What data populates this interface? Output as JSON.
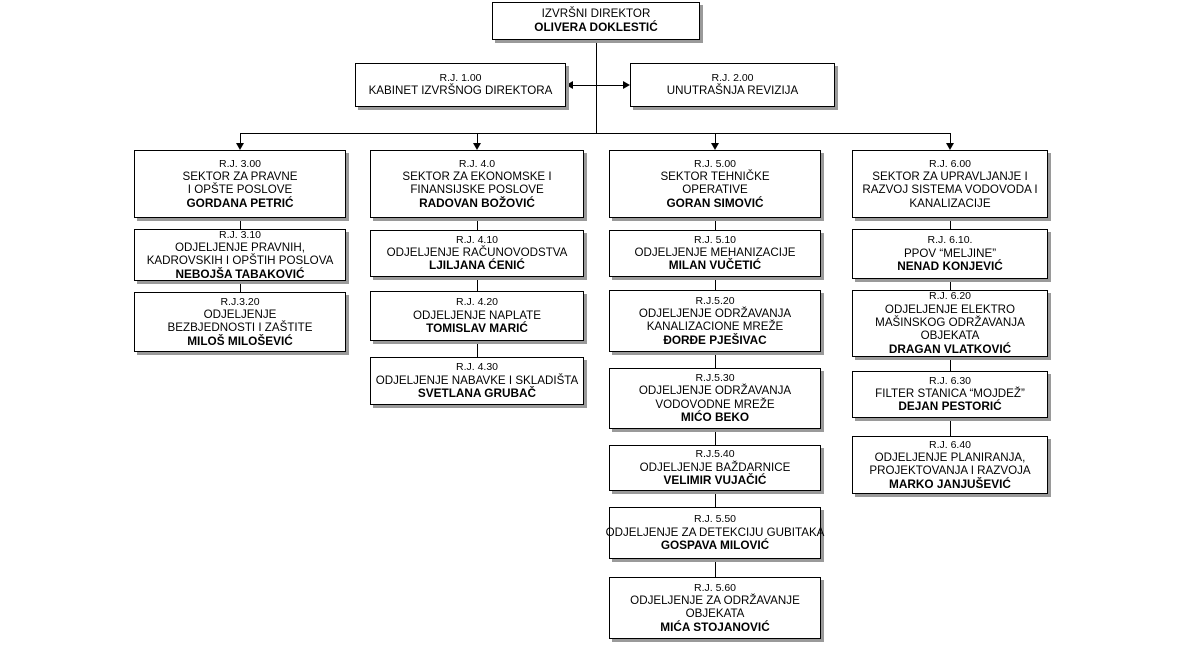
{
  "meta": {
    "doc_type": "organizational-chart",
    "language": "sr-Latn"
  },
  "executive": {
    "code": "",
    "title": "IZVRŠNI DIREKTOR",
    "person": "OLIVERA DOKLESTIĆ"
  },
  "staff_units": [
    {
      "code": "R.J. 1.00",
      "title": "KABINET IZVRŠNOG DIREKTORA",
      "person": ""
    },
    {
      "code": "R.J. 2.00",
      "title": "UNUTRAŠNJA REVIZIJA",
      "person": ""
    }
  ],
  "sectors": [
    {
      "code": "R.J. 3.00",
      "title_line1": "SEKTOR ZA PRAVNE",
      "title_line2": "I OPŠTE POSLOVE",
      "title_line3": "",
      "person": "GORDANA PETRIĆ",
      "children": [
        {
          "code": "R.J. 3.10",
          "title_line1": "ODJELJENJE PRAVNIH,",
          "title_line2": "KADROVSKIH I OPŠTIH POSLOVA",
          "title_line3": "",
          "person": "NEBOJŠA TABAKOVIĆ"
        },
        {
          "code": "R.J.3.20",
          "title_line1": "ODJELJENJE",
          "title_line2": "BEZBJEDNOSTI I ZAŠTITE",
          "title_line3": "",
          "person": "MILOŠ MILOŠEVIĆ"
        }
      ]
    },
    {
      "code": "R.J. 4.0",
      "title_line1": "SEKTOR ZA EKONOMSKE I",
      "title_line2": "FINANSIJSKE POSLOVE",
      "title_line3": "",
      "person": "RADOVAN BOŽOVIĆ",
      "children": [
        {
          "code": "R.J. 4.10",
          "title_line1": "ODJELJENJE  RAČUNOVODSTVA",
          "title_line2": "",
          "title_line3": "",
          "person": "LJILJANA ĆENIĆ"
        },
        {
          "code": "R.J. 4.20",
          "title_line1": "ODJELJENJE NAPLATE",
          "title_line2": "",
          "title_line3": "",
          "person": "TOMISLAV MARIĆ"
        },
        {
          "code": "R.J. 4.30",
          "title_line1": "ODJELJENJE NABAVKE I SKLADIŠTA",
          "title_line2": "",
          "title_line3": "",
          "person": "SVETLANA GRUBAČ"
        }
      ]
    },
    {
      "code": "R.J. 5.00",
      "title_line1": "SEKTOR TEHNIČKE",
      "title_line2": "OPERATIVE",
      "title_line3": "",
      "person": "GORAN SIMOVIĆ",
      "children": [
        {
          "code": "R.J. 5.10",
          "title_line1": "ODJELJENJE MEHANIZACIJE",
          "title_line2": "",
          "title_line3": "",
          "person": "MILAN VUČETIĆ"
        },
        {
          "code": "R.J.5.20",
          "title_line1": "ODJELJENJE ODRŽAVANJA",
          "title_line2": "KANALIZACIONE MREŽE",
          "title_line3": "",
          "person": "ĐORĐE PJEŠIVAC"
        },
        {
          "code": "R.J.5.30",
          "title_line1": "ODJELJENJE  ODRŽAVANJA",
          "title_line2": "VODOVODNE MREŽE",
          "title_line3": "",
          "person": "MIĆO BEKO"
        },
        {
          "code": "R.J.5.40",
          "title_line1": "ODJELJENJE BAŽDARNICE",
          "title_line2": "",
          "title_line3": "",
          "person": "VELIMIR VUJAČIĆ"
        },
        {
          "code": "R.J. 5.50",
          "title_line1": "ODJELJENJE  ZA DETEKCIJU GUBITAKA",
          "title_line2": "",
          "title_line3": "",
          "person": "GOSPAVA MILOVIĆ"
        },
        {
          "code": "R.J. 5.60",
          "title_line1": "ODJELJENJE  ZA ODRŽAVANJE",
          "title_line2": "OBJEKATA",
          "title_line3": "",
          "person": "MIĆA STOJANOVIĆ"
        }
      ]
    },
    {
      "code": "R.J. 6.00",
      "title_line1": "SEKTOR ZA UPRAVLJANJE  I",
      "title_line2": "RAZVOJ SISTEMA VODOVODA I",
      "title_line3": "KANALIZACIJE",
      "person": "",
      "children": [
        {
          "code": "R.J. 6.10.",
          "title_line1": "PPOV “MELJINE”",
          "title_line2": "",
          "title_line3": "",
          "person": "NENAD KONJEVIĆ"
        },
        {
          "code": "R.J. 6.20",
          "title_line1": "ODJELJENJE ELEKTRO",
          "title_line2": "MAŠINSKOG ODRŽAVANJA",
          "title_line3": "OBJEKATA",
          "person": "DRAGAN VLATKOVIĆ"
        },
        {
          "code": "R.J. 6.30",
          "title_line1": "FILTER STANICA “MOJDEŽ”",
          "title_line2": "",
          "title_line3": "",
          "person": "DEJAN PESTORIĆ"
        },
        {
          "code": "R.J. 6.40",
          "title_line1": "ODJELJENJE PLANIRANJA,",
          "title_line2": "PROJEKTOVANJA I RAZVOJA",
          "title_line3": "",
          "person": "MARKO JANJUŠEVIĆ"
        }
      ]
    }
  ],
  "colors": {
    "box_border": "#000000",
    "box_fill": "#ffffff",
    "shadow": "#9a9a9a",
    "connector": "#000000",
    "text": "#000000"
  }
}
